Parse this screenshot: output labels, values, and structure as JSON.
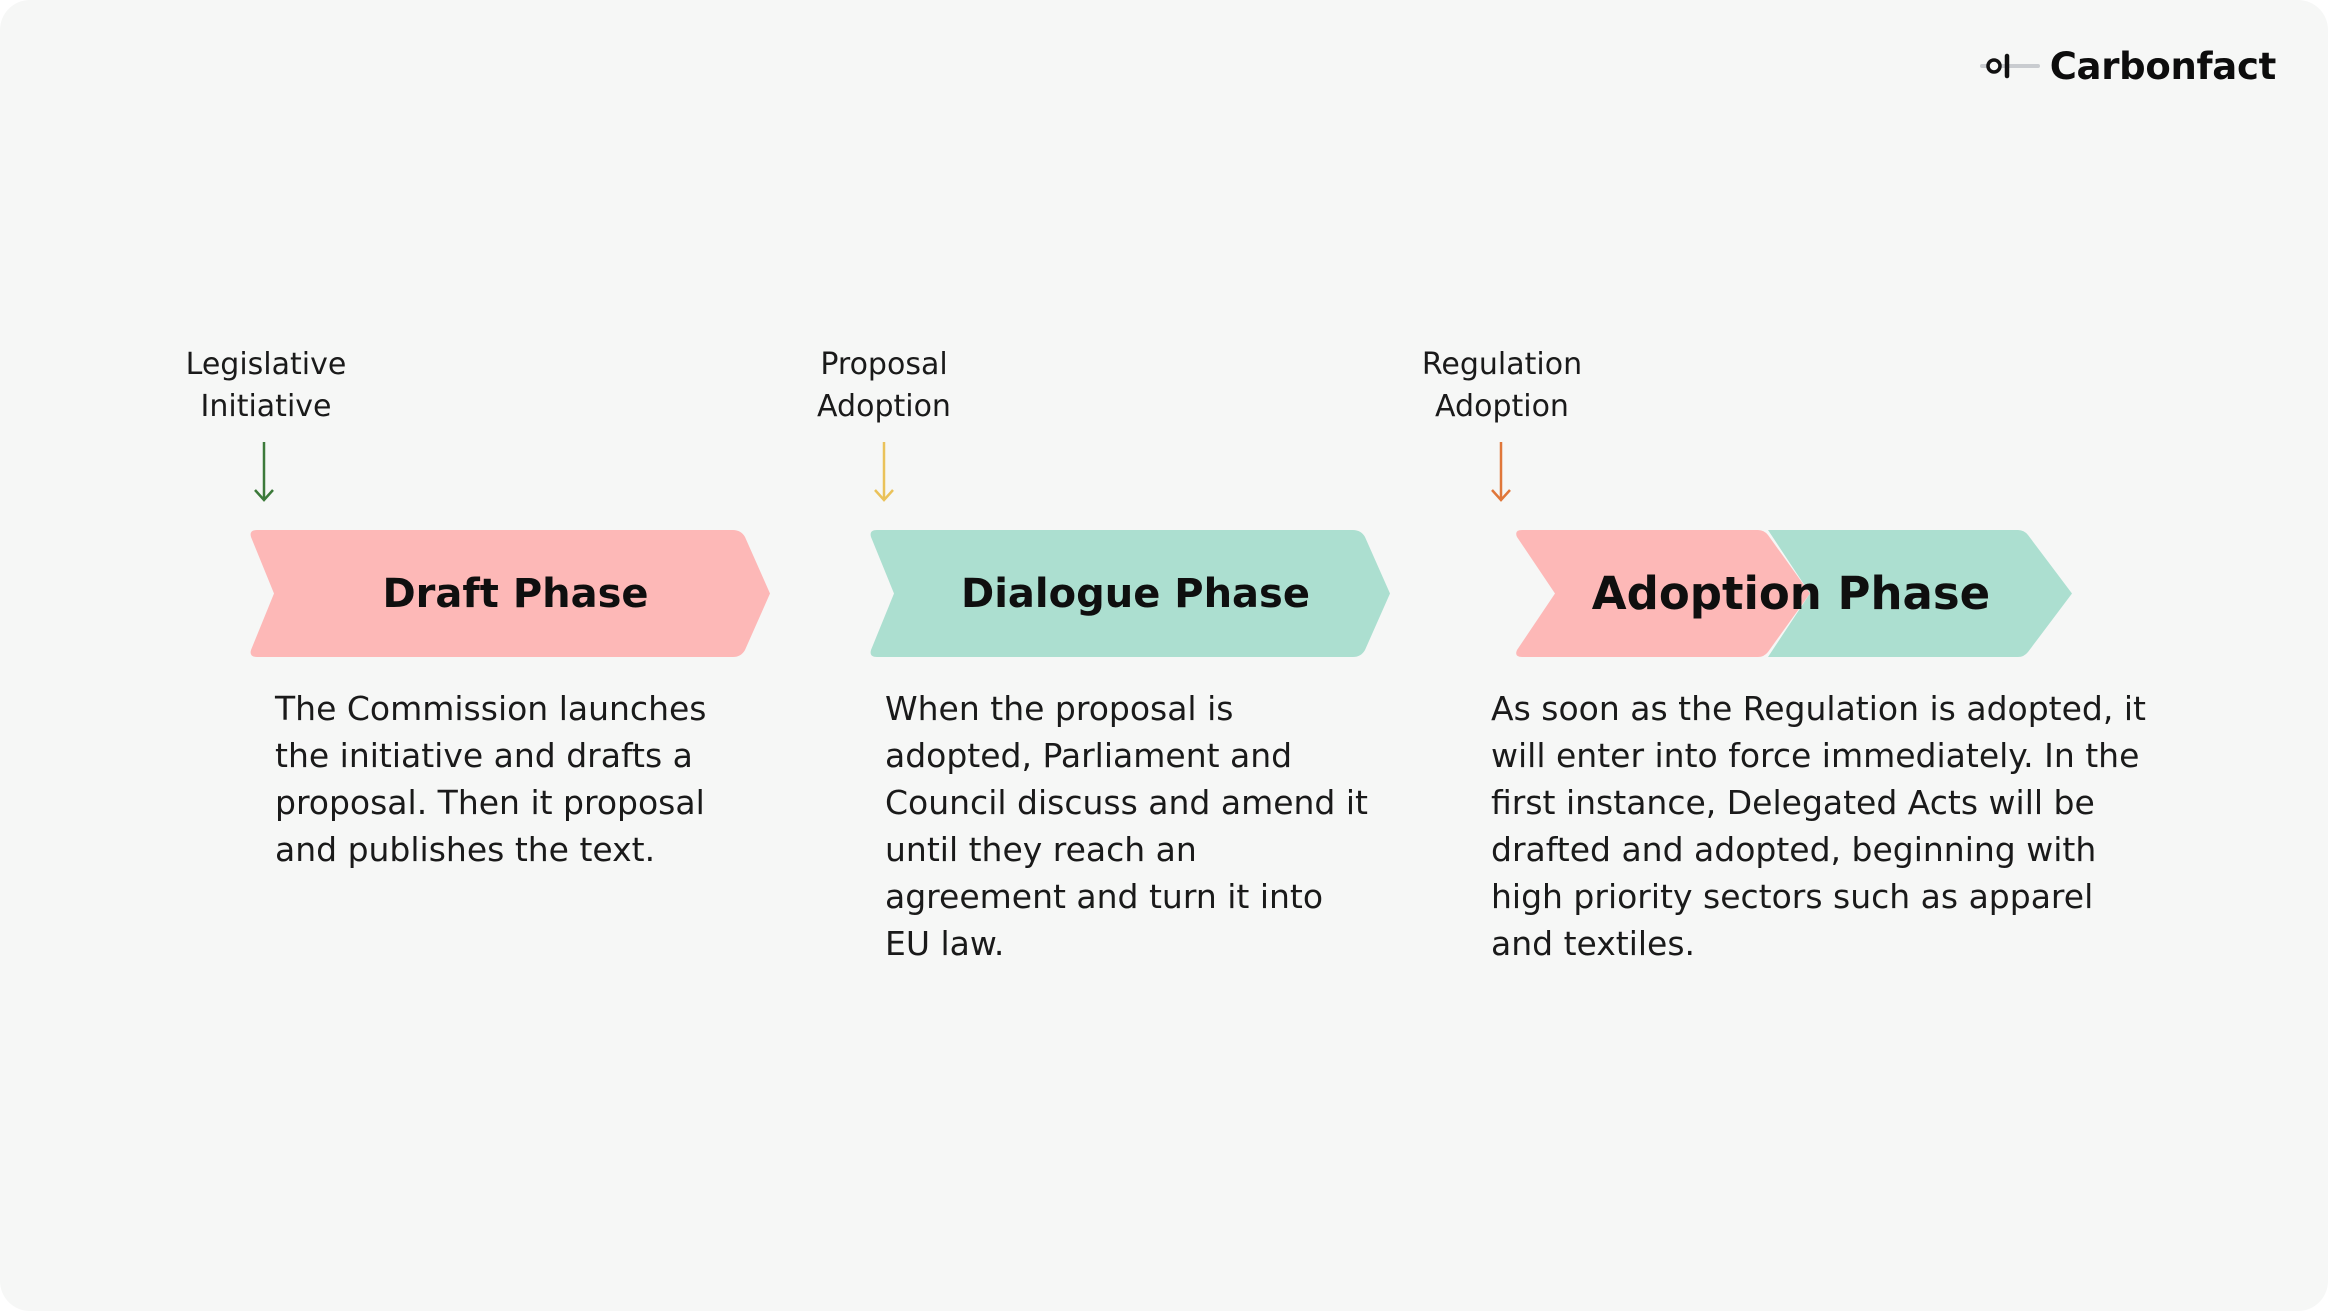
{
  "brand": {
    "name": "Carbonfact",
    "logo_icon": "carbonfact-logo-icon"
  },
  "colors": {
    "background": "#f6f7f6",
    "pink": "#fdb8b7",
    "mint": "#acdfd0",
    "arrow_green": "#3c7a3a",
    "arrow_yellow": "#eac25a",
    "arrow_orange": "#e0773a"
  },
  "milestones": [
    {
      "label": "Legislative\nInitiative",
      "arrow_icon": "arrow-down-icon",
      "color": "#3c7a3a"
    },
    {
      "label": "Proposal\nAdoption",
      "arrow_icon": "arrow-down-icon",
      "color": "#eac25a"
    },
    {
      "label": "Regulation\nAdoption",
      "arrow_icon": "arrow-down-icon",
      "color": "#e0773a"
    }
  ],
  "phases": [
    {
      "title": "Draft Phase",
      "fill": "#fdb8b7",
      "description": "The Commission launches the initiative and drafts a proposal. Then it proposal and publishes the text."
    },
    {
      "title": "Dialogue Phase",
      "fill": "#acdfd0",
      "description": "When the proposal is adopted, Parliament and Council discuss and amend it until they reach an agreement and turn it into EU law."
    },
    {
      "title": "Adoption Phase",
      "fill": "#fdb8b7",
      "fill_secondary": "#acdfd0",
      "description": "As soon as the Regulation is adopted, it will enter into force immediately. In the first instance, Delegated Acts will be drafted and adopted, beginning with high priority sectors such as apparel and textiles."
    }
  ]
}
